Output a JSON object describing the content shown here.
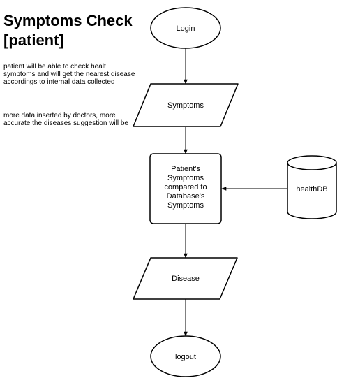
{
  "title": "Symptoms Check [patient]",
  "description": [
    "patient will be able to check healt symptoms and will get the nearest disease accordings to internal data collected",
    "more data inserted by doctors, more accurate the diseases suggestion will be"
  ],
  "nodes": {
    "login": {
      "label": [
        "Login"
      ]
    },
    "symptoms": {
      "label": [
        "Symptoms"
      ]
    },
    "compare": {
      "label": [
        "Patient's",
        "Symptoms",
        "compared to",
        "Database's",
        "Symptoms"
      ]
    },
    "database": {
      "label": [
        "healthDB"
      ]
    },
    "disease": {
      "label": [
        "Disease"
      ]
    },
    "logout": {
      "label": [
        "logout"
      ]
    }
  },
  "colors": {
    "stroke": "#000000",
    "fill": "#ffffff"
  }
}
